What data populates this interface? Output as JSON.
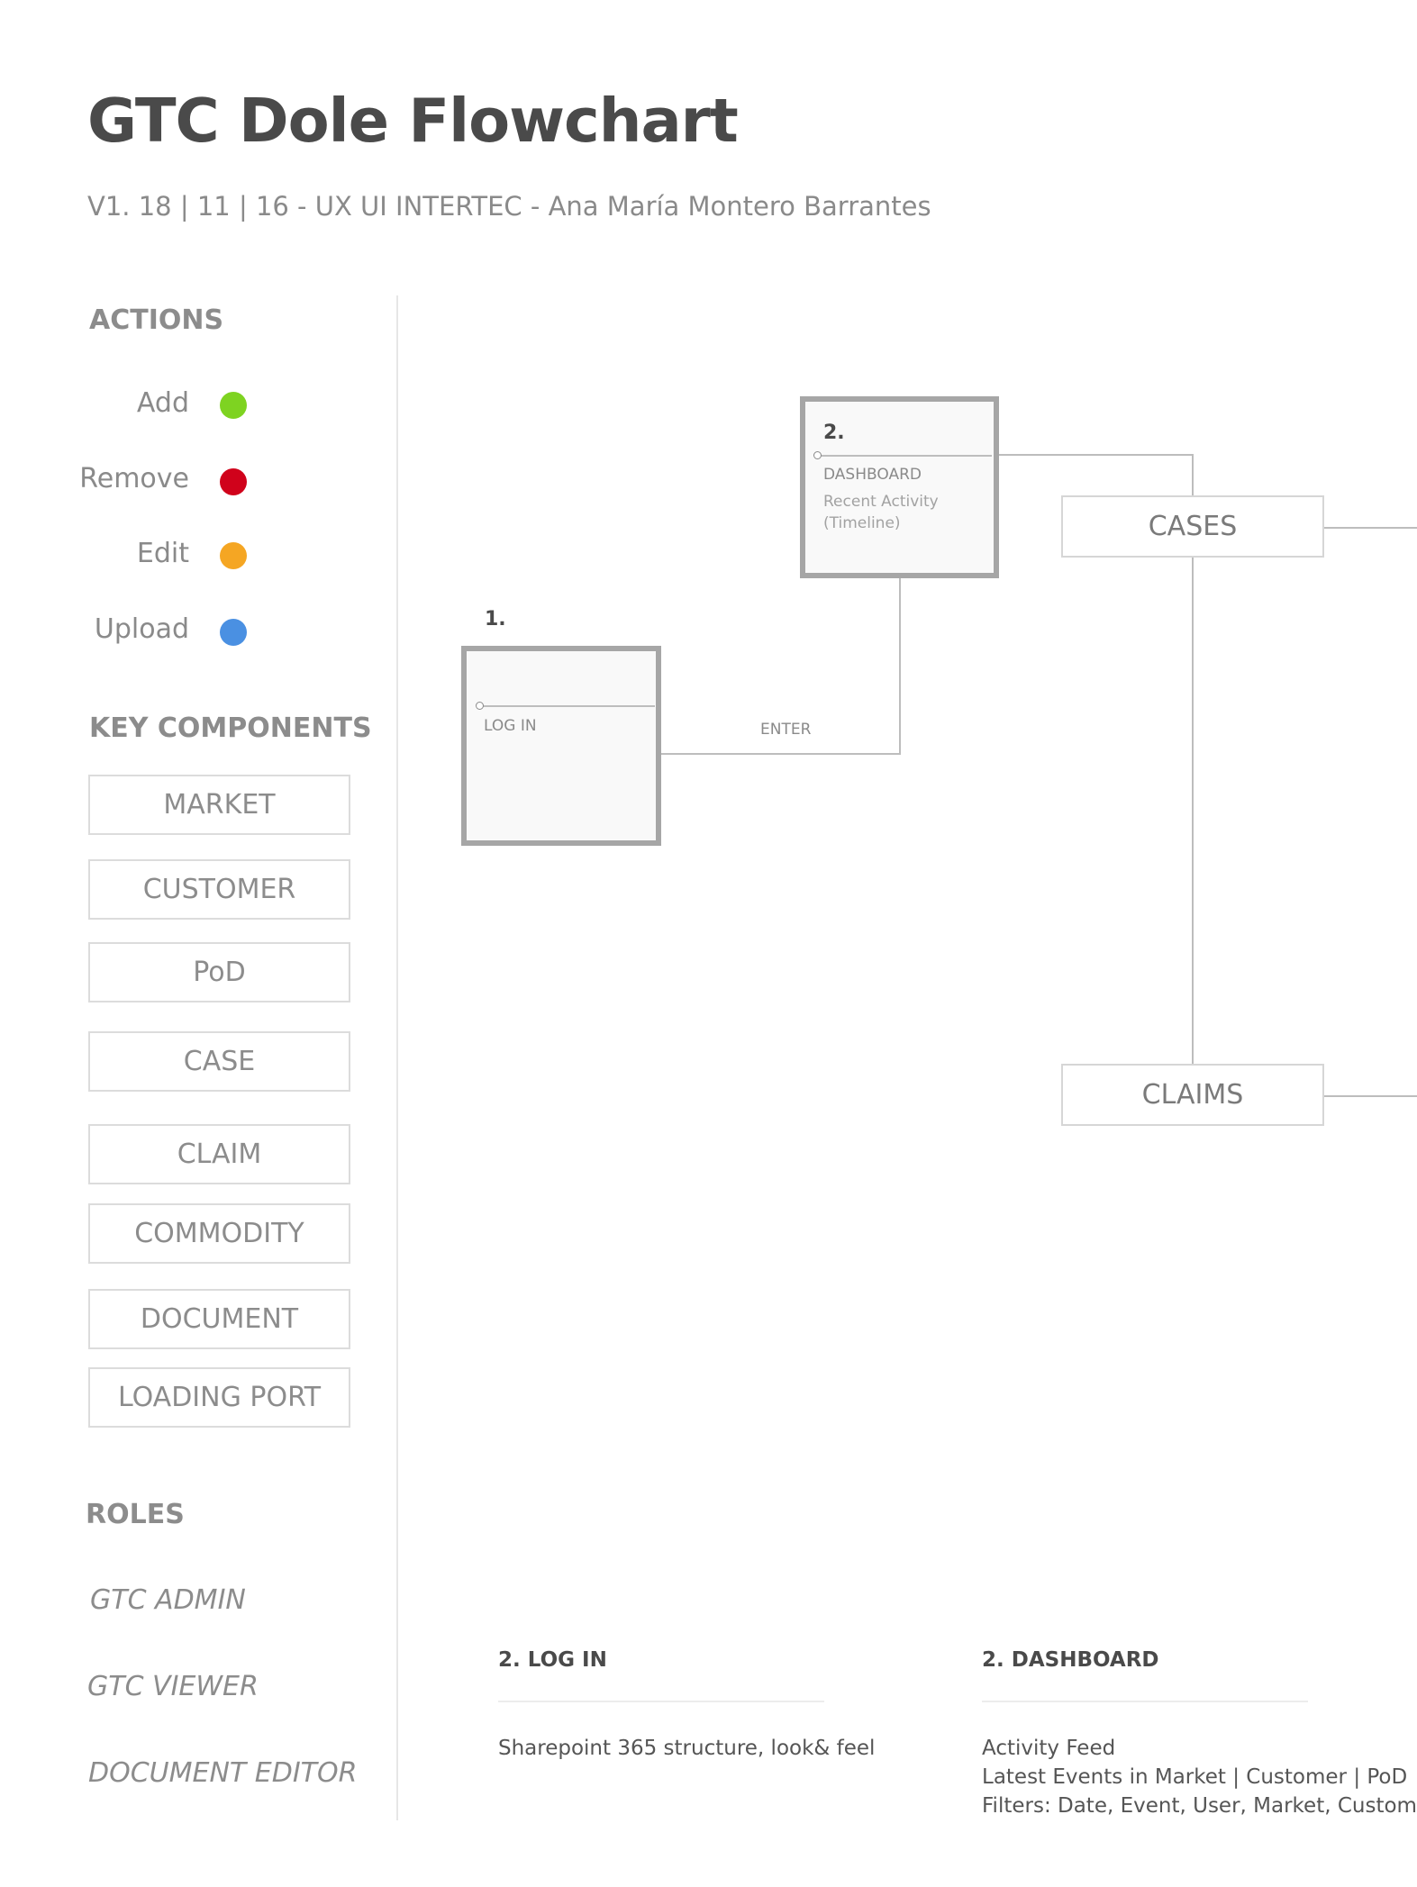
{
  "header": {
    "title": "GTC Dole Flowchart",
    "subtitle": "V1. 18 | 11 | 16 - UX UI INTERTEC -  Ana María Montero Barrantes"
  },
  "sidebar": {
    "actions": {
      "heading": "ACTIONS",
      "items": [
        {
          "label": "Add",
          "color": "#7ed321"
        },
        {
          "label": "Remove",
          "color": "#d0021b"
        },
        {
          "label": "Edit",
          "color": "#f5a623"
        },
        {
          "label": "Upload",
          "color": "#4a90e2"
        }
      ]
    },
    "key_components": {
      "heading": "KEY COMPONENTS",
      "items": [
        "MARKET",
        "CUSTOMER",
        "PoD",
        "CASE",
        "CLAIM",
        "COMMODITY",
        "DOCUMENT",
        "LOADING PORT"
      ]
    },
    "roles": {
      "heading": "ROLES",
      "items": [
        "GTC ADMIN",
        "GTC VIEWER",
        "DOCUMENT EDITOR"
      ]
    }
  },
  "diagram": {
    "login_screen": {
      "number": "1.",
      "label": "LOG IN"
    },
    "dashboard_screen": {
      "number": "2.",
      "label": "DASHBOARD",
      "description": [
        "Recent  Activity",
        "(Timeline)"
      ]
    },
    "connector_label": "ENTER",
    "sections": [
      "CASES",
      "CLAIMS"
    ]
  },
  "notes": [
    {
      "heading": "2. LOG IN",
      "lines": [
        "Sharepoint 365 structure, look& feel"
      ]
    },
    {
      "heading": "2. DASHBOARD",
      "lines": [
        "Activity Feed",
        "Latest Events in Market | Customer | PoD",
        "Filters: Date, Event, User, Market, Customer, P"
      ]
    }
  ]
}
